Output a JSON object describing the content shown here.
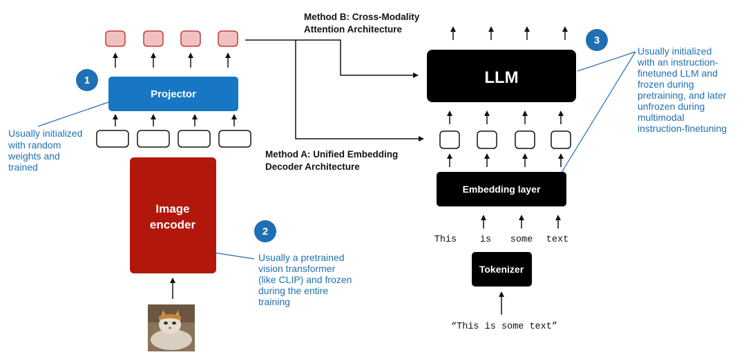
{
  "labels": {
    "projector": "Projector",
    "image_encoder_line1": "Image",
    "image_encoder_line2": "encoder",
    "llm": "LLM",
    "embedding_layer": "Embedding layer",
    "tokenizer": "Tokenizer"
  },
  "methods": {
    "b_line1": "Method B: Cross-Modality",
    "b_line2": "Attention Architecture",
    "a_line1": "Method A: Unified Embedding",
    "a_line2": "Decoder Architecture"
  },
  "badges": [
    "1",
    "2",
    "3"
  ],
  "notes": {
    "projector": [
      "Usually initialized",
      "with random",
      "weights and",
      "trained"
    ],
    "encoder": [
      "Usually a pretrained",
      "vision transformer",
      "(like CLIP) and frozen",
      "during the entire",
      "training"
    ],
    "llm": [
      "Usually initialized",
      "with an instruction-",
      "finetuned LLM and",
      "frozen during",
      "pretraining, and later",
      "unfrozen during",
      "multimodal",
      "instruction-finetuning"
    ]
  },
  "tokens": [
    "This",
    "is",
    "some",
    "text"
  ],
  "input_text": "“This is some text”",
  "colors": {
    "projector": "#1877c4",
    "image_encoder": "#b2170c",
    "llm": "#000000",
    "badge": "#1f6fb4",
    "note_text": "#1f6fb4",
    "projected_token_fill": "#f1c1c1",
    "projected_token_stroke": "#c23a3a"
  },
  "image": {
    "description_icon": "cat-photo-icon"
  }
}
